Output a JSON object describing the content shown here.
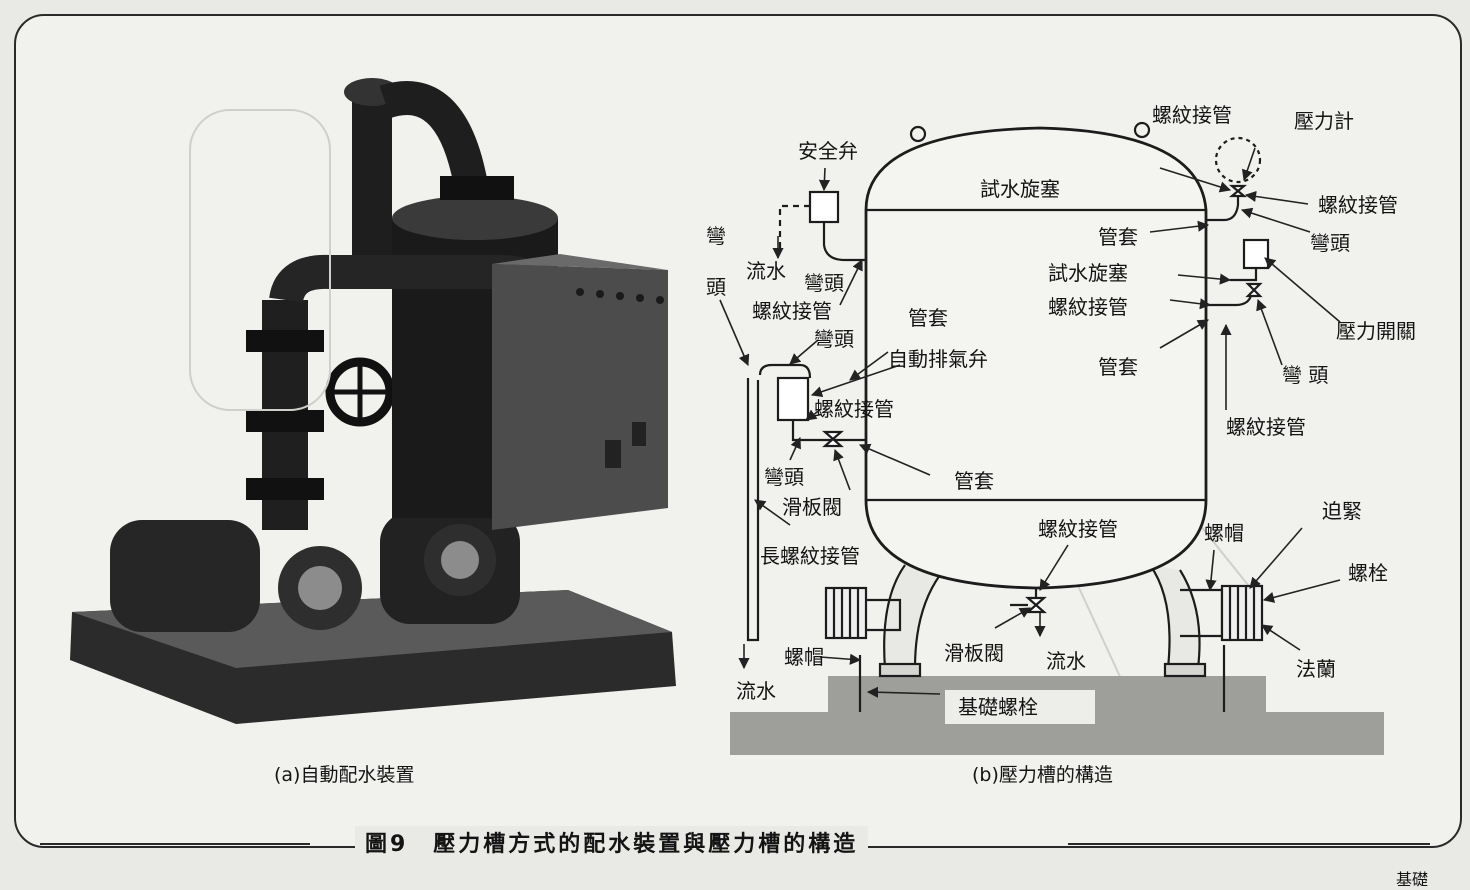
{
  "figure": {
    "title": "圖9　壓力槽方式的配水裝置與壓力槽的構造",
    "caption_a": "(a)自動配水裝置",
    "caption_b": "(b)壓力槽的構造",
    "corner_text": "基礎"
  },
  "labels": {
    "safety_valve": "安全弁",
    "elbow_left": "彎",
    "elbow_left2": "頭",
    "drain_top": "流水",
    "elbow_a": "彎頭",
    "thread_pipe_a": "螺紋接管",
    "elbow_b": "彎頭",
    "sleeve_a": "管套",
    "auto_air_valve": "自動排氣弁",
    "thread_pipe_b": "螺紋接管",
    "elbow_c": "彎頭",
    "gate_valve_a": "滑板閥",
    "long_thread_pipe": "長螺紋接管",
    "sleeve_b": "管套",
    "test_cock_a": "試水旋塞",
    "sleeve_c": "管套",
    "test_cock_b": "試水旋塞",
    "thread_pipe_c": "螺紋接管",
    "sleeve_d": "管套",
    "thread_pipe_d": "螺紋接管",
    "pressure_gauge": "壓力計",
    "thread_pipe_e": "螺紋接管",
    "elbow_d": "彎頭",
    "pressure_switch": "壓力開關",
    "elbow_e": "彎 頭",
    "thread_pipe_f": "螺紋接管",
    "thread_pipe_g": "螺紋接管",
    "cap_nut": "螺帽",
    "tighten": "迫緊",
    "bolt": "螺栓",
    "flange": "法蘭",
    "cap_nut_b": "螺帽",
    "gate_valve_b": "滑板閥",
    "drain_mid": "流水",
    "drain_bottom": "流水",
    "foundation_bolt": "基礎螺栓"
  }
}
